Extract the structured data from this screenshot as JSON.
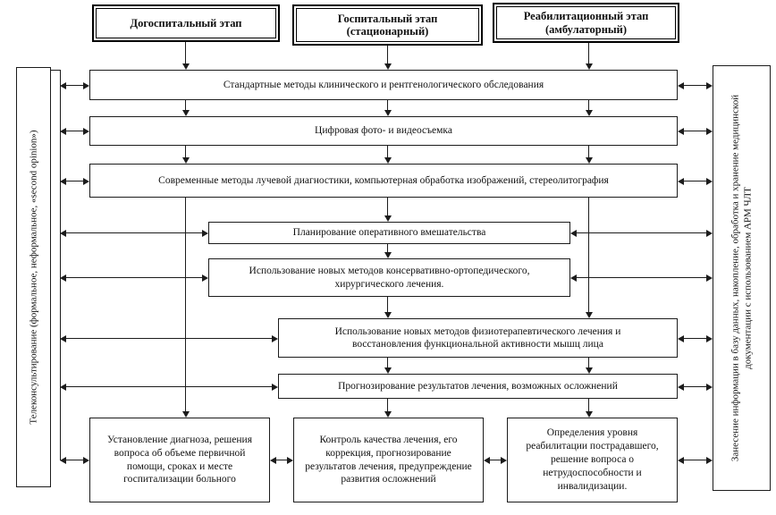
{
  "stages": {
    "pre_hospital": "Догоспитальный этап",
    "hospital": "Госпитальный этап (стационарный)",
    "rehab": "Реабилитационный этап (амбулаторный)"
  },
  "process_rows": {
    "standard_methods": "Стандартные методы клинического и рентгенологического обследования",
    "digital_photo": "Цифровая фото- и видеосъемка",
    "modern_methods": "Современные методы лучевой диагностики, компьютерная обработка изображений, стереолитография",
    "surgery_planning": "Планирование оперативного вмешательства",
    "new_conservative": "Использование новых методов консервативно-ортопедического, хирургического лечения.",
    "new_physio": "Использование новых методов физиотерапевтического лечения и восстановления функциональной активности мышц лица",
    "prognosis": "Прогнозирование результатов лечения, возможных осложнений"
  },
  "outcome_boxes": {
    "diagnosis": "Установление диагноза, решения вопроса об объеме первичной помощи, сроках и месте госпитализации больного",
    "quality_control": "Контроль качества лечения, его коррекция, прогнозирование результатов лечения, предупреждение развития осложнений",
    "rehab_level": "Определения уровня реабилитации пострадавшего, решение вопроса о нетрудоспособности и инвалидизации."
  },
  "side_panels": {
    "left": "Телеконсультирование (формальное, неформальное, «second opinion»)",
    "right": "Занесение информации в базу данных, накопление, обработка и хранение медицинской документации с использованием АРМ ЧЛТ"
  },
  "colors": {
    "line": "#1c1c1c",
    "text": "#101010",
    "background": "#ffffff"
  }
}
